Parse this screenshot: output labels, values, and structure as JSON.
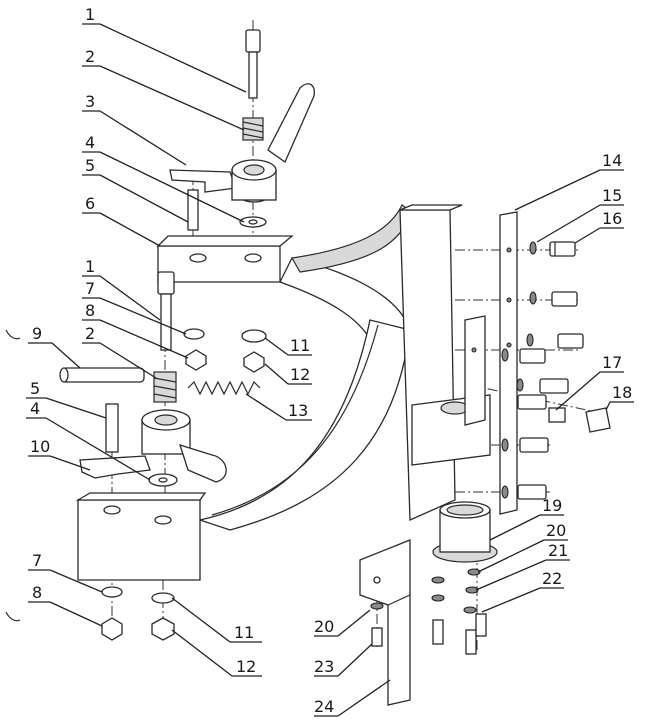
{
  "drawing": {
    "colors": {
      "line": "#2a2a2a",
      "fill": "#ffffff",
      "shade": "#d9d9d9"
    },
    "callouts": [
      {
        "id": "c1a",
        "text": "1"
      },
      {
        "id": "c2a",
        "text": "2"
      },
      {
        "id": "c3",
        "text": "3"
      },
      {
        "id": "c4a",
        "text": "4"
      },
      {
        "id": "c5a",
        "text": "5"
      },
      {
        "id": "c6",
        "text": "6"
      },
      {
        "id": "c1b",
        "text": "1"
      },
      {
        "id": "c7a",
        "text": "7"
      },
      {
        "id": "c8a",
        "text": "8"
      },
      {
        "id": "c9",
        "text": "9"
      },
      {
        "id": "c2b",
        "text": "2"
      },
      {
        "id": "c5b",
        "text": "5"
      },
      {
        "id": "c4b",
        "text": "4"
      },
      {
        "id": "c10",
        "text": "10"
      },
      {
        "id": "c11a",
        "text": "11"
      },
      {
        "id": "c12a",
        "text": "12"
      },
      {
        "id": "c13",
        "text": "13"
      },
      {
        "id": "c14",
        "text": "14"
      },
      {
        "id": "c15",
        "text": "15"
      },
      {
        "id": "c16",
        "text": "16"
      },
      {
        "id": "c17",
        "text": "17"
      },
      {
        "id": "c18",
        "text": "18"
      },
      {
        "id": "c19",
        "text": "19"
      },
      {
        "id": "c20a",
        "text": "20"
      },
      {
        "id": "c21",
        "text": "21"
      },
      {
        "id": "c22",
        "text": "22"
      },
      {
        "id": "c7b",
        "text": "7"
      },
      {
        "id": "c8b",
        "text": "8"
      },
      {
        "id": "c11b",
        "text": "11"
      },
      {
        "id": "c12b",
        "text": "12"
      },
      {
        "id": "c20b",
        "text": "20"
      },
      {
        "id": "c23",
        "text": "23"
      },
      {
        "id": "c24",
        "text": "24"
      }
    ]
  }
}
